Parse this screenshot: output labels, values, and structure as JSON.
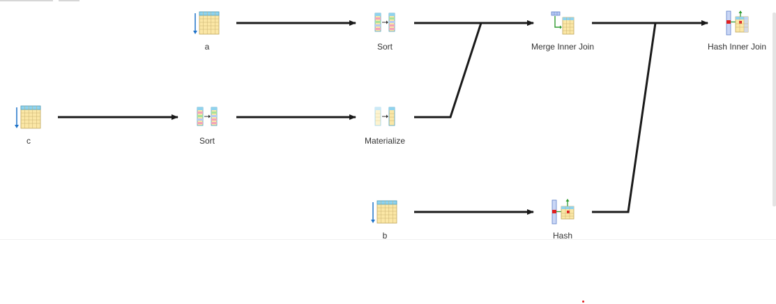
{
  "diagram": {
    "nodes": [
      {
        "id": "a",
        "label": "a",
        "icon": "table-scan-icon"
      },
      {
        "id": "c",
        "label": "c",
        "icon": "table-scan-icon"
      },
      {
        "id": "b",
        "label": "b",
        "icon": "table-scan-icon"
      },
      {
        "id": "sort_a",
        "label": "Sort",
        "icon": "sort-icon"
      },
      {
        "id": "sort_c",
        "label": "Sort",
        "icon": "sort-icon"
      },
      {
        "id": "materialize",
        "label": "Materialize",
        "icon": "materialize-icon"
      },
      {
        "id": "merge_join",
        "label": "Merge Inner Join",
        "icon": "merge-join-icon"
      },
      {
        "id": "hash",
        "label": "Hash",
        "icon": "hash-icon"
      },
      {
        "id": "hash_join",
        "label": "Hash Inner Join",
        "icon": "hash-join-icon"
      }
    ],
    "edges": [
      {
        "from": "a",
        "to": "sort_a"
      },
      {
        "from": "c",
        "to": "sort_c"
      },
      {
        "from": "sort_c",
        "to": "materialize"
      },
      {
        "from": "sort_a",
        "to": "merge_join"
      },
      {
        "from": "materialize",
        "to": "merge_join"
      },
      {
        "from": "b",
        "to": "hash"
      },
      {
        "from": "merge_join",
        "to": "hash_join"
      },
      {
        "from": "hash",
        "to": "hash_join"
      }
    ]
  },
  "colors": {
    "edge": "#1a1a1a",
    "table_cell": "#fbe7a6",
    "table_header": "#8fd3ee",
    "arrow_blue": "#1f73c9",
    "key_red": "#e02020",
    "join_green": "#2f9a2f"
  }
}
